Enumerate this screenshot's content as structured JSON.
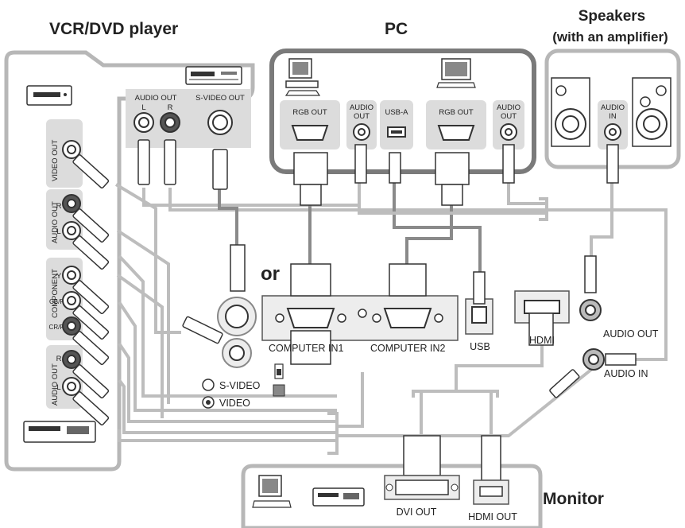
{
  "groups": {
    "vcr_title": "VCR/DVD player",
    "pc_title": "PC",
    "speakers_title": "Speakers",
    "speakers_subtitle": "(with an amplifier)",
    "monitor_title": "Monitor"
  },
  "vcr_ports": {
    "audio_out_top": "AUDIO OUT",
    "l": "L",
    "r": "R",
    "svideo_out": "S-VIDEO OUT",
    "video_out": "VIDEO OUT",
    "audio_out_side": "AUDIO OUT",
    "component": "COMPONENT",
    "y": "Y",
    "cb_pb": "CB/PB",
    "cr_pr": "CR/PR",
    "audio_out_side2": "AUDIO OUT"
  },
  "pc_ports": {
    "rgb_out_1": "RGB OUT",
    "audio_out_1_line1": "AUDIO",
    "audio_out_1_line2": "OUT",
    "usb_a": "USB-A",
    "rgb_out_2": "RGB OUT",
    "audio_out_2_line1": "AUDIO",
    "audio_out_2_line2": "OUT"
  },
  "speaker_ports": {
    "audio_in_line1": "AUDIO",
    "audio_in_line2": "IN"
  },
  "projector": {
    "or_label": "or",
    "computer_in1": "COMPUTER IN1",
    "computer_in2": "COMPUTER IN2",
    "usb": "USB",
    "hdmi": "HDMI",
    "audio_out": "AUDIO OUT",
    "audio_in": "AUDIO IN",
    "s_video": "S-VIDEO",
    "video": "VIDEO"
  },
  "monitor_ports": {
    "dvi_out": "DVI OUT",
    "hdmi_out": "HDMI OUT"
  },
  "colors": {
    "group_border": "#b7b7b7",
    "pc_border": "#7a7a7a",
    "cable": "#bdbdbd",
    "cable_dark": "#8a8a8a"
  }
}
